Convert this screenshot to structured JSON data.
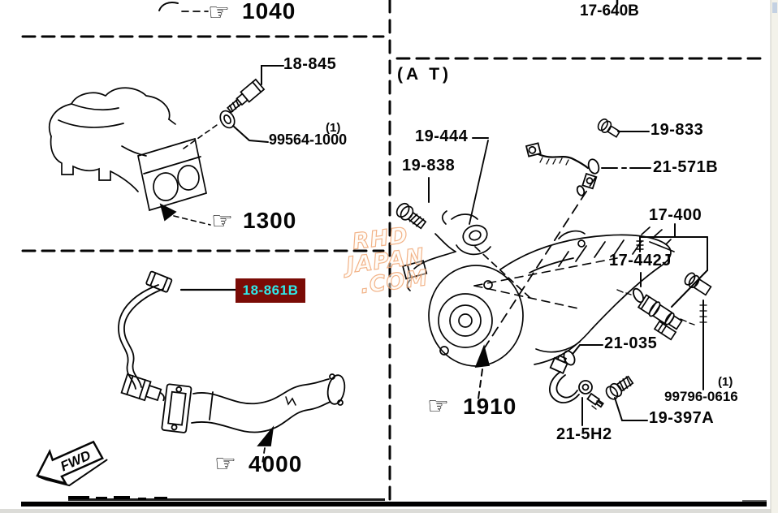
{
  "panel_top_left": {
    "part_1040": "1040"
  },
  "panel_engine": {
    "part_18_845": "18-845",
    "qty_1": "(1)",
    "part_99564_1000": "99564-1000",
    "part_1300": "1300"
  },
  "panel_exhaust": {
    "part_18_861B": "18-861B",
    "part_4000": "4000",
    "fwd": "FWD"
  },
  "panel_at": {
    "part_17_640B": "17-640B",
    "header": "(A T)",
    "part_19_444": "19-444",
    "part_19_838": "19-838",
    "part_19_833": "19-833",
    "part_21_571B": "21-571B",
    "part_17_400": "17-400",
    "part_17_442J": "17-442J",
    "part_21_035": "21-035",
    "part_1910": "1910",
    "part_21_5H2": "21-5H2",
    "qty_1": "(1)",
    "part_99796_0616": "99796-0616",
    "part_19_397A": "19-397A"
  },
  "icons": {
    "pointing_hand": "☞"
  },
  "watermark": {
    "line1": "RHD",
    "line2": "JAPAN",
    "line3": ".COM"
  },
  "colors": {
    "highlight_bg": "#7a0b06",
    "highlight_text": "#2fe9e9",
    "ink": "#000000",
    "paper": "#ffffff"
  }
}
